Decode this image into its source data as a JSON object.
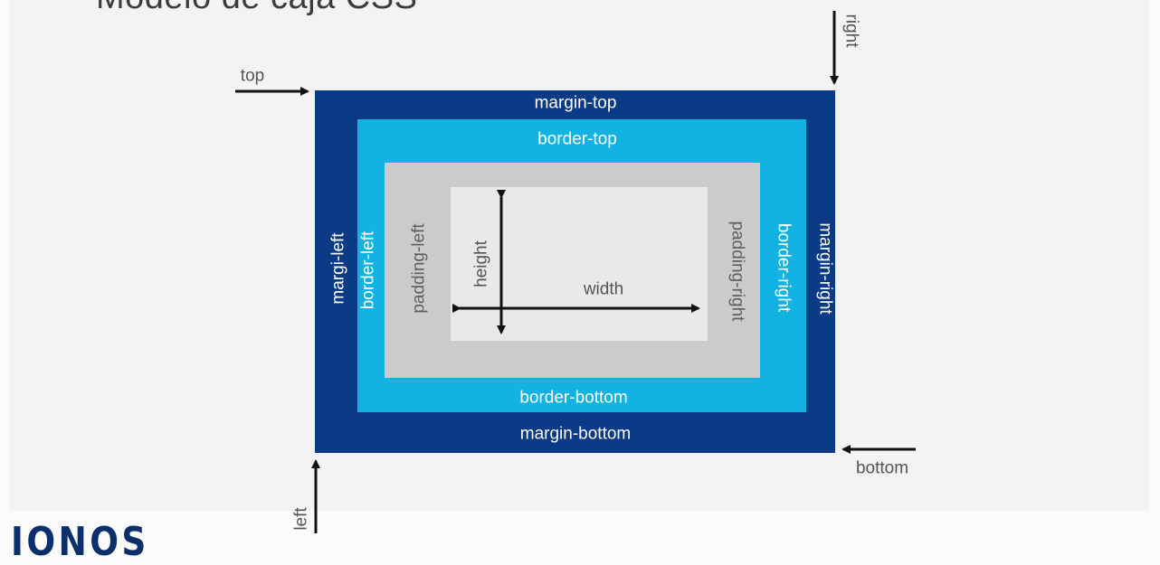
{
  "title": "Modelo de caja CSS",
  "labels": {
    "margin_top": "margin-top",
    "margin_bottom": "margin-bottom",
    "margin_left": "margi-left",
    "margin_right": "margin-right",
    "border_top": "border-top",
    "border_bottom": "border-bottom",
    "border_left": "border-left",
    "border_right": "border-right",
    "padding_left": "padding-left",
    "padding_right": "padding-right",
    "height": "height",
    "width": "width"
  },
  "pointers": {
    "top": "top",
    "right": "right",
    "bottom": "bottom",
    "left": "left"
  },
  "logo": "IONOS",
  "colors": {
    "margin": "#0b3a87",
    "border": "#12b2e2",
    "padding": "#cdcbca",
    "content": "#e9e9e9",
    "arrow": "#111111",
    "logo": "#0b2f6a"
  }
}
